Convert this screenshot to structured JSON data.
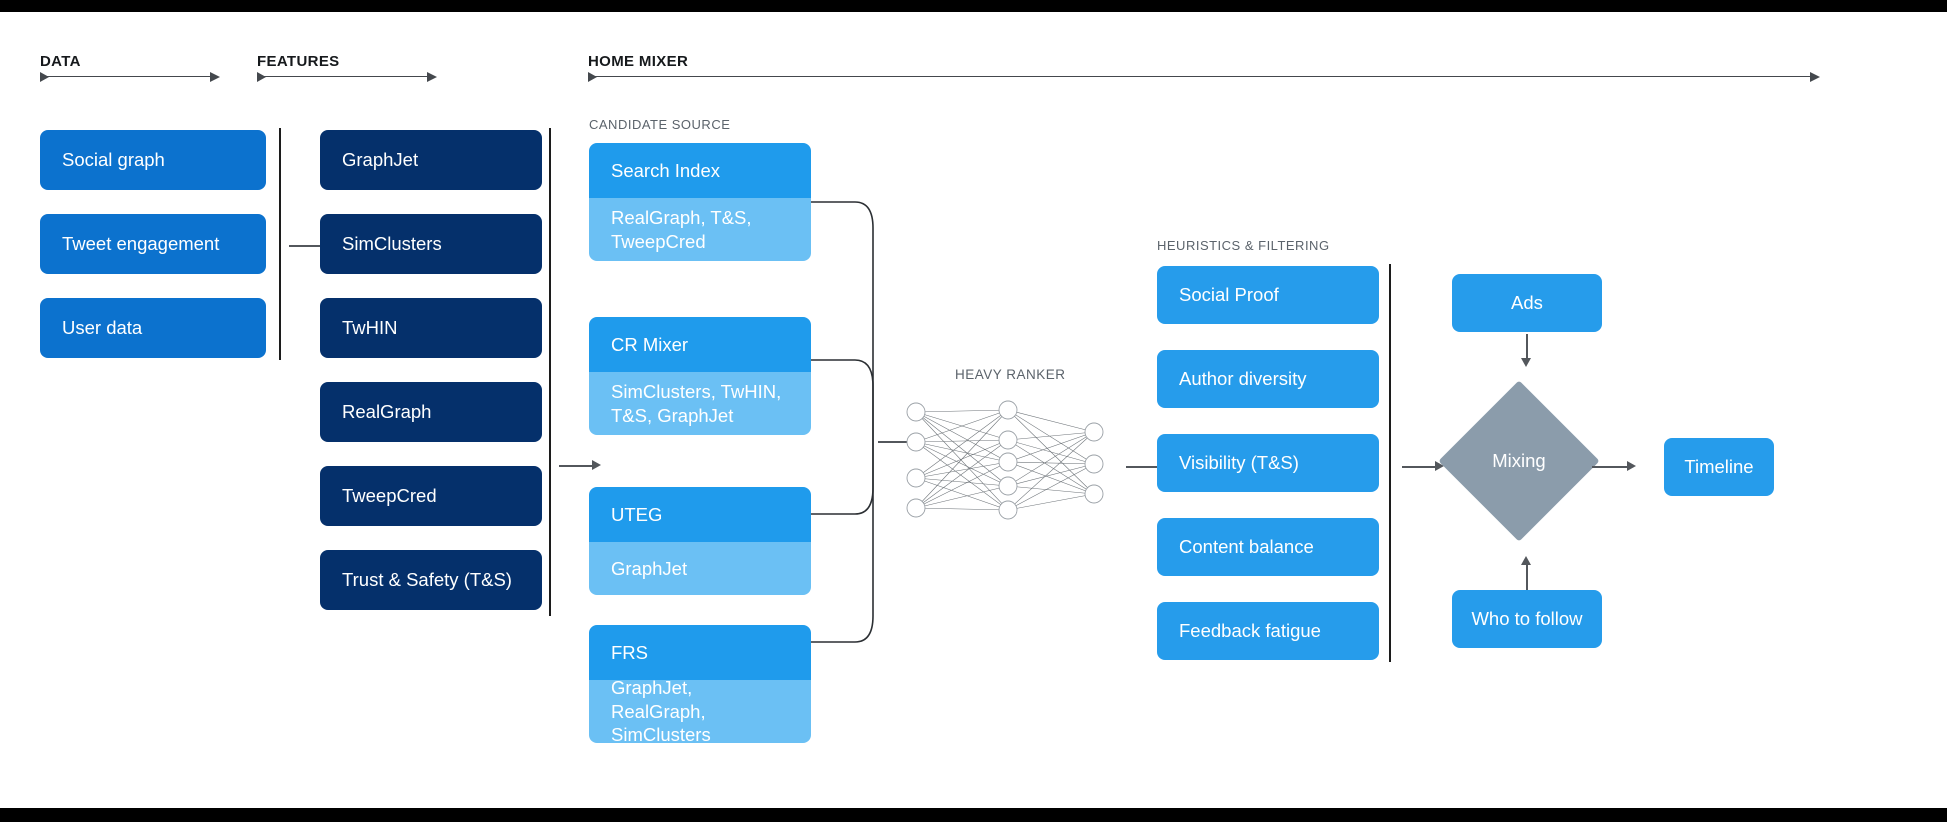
{
  "stages": [
    {
      "key": "data",
      "title": "DATA"
    },
    {
      "key": "features",
      "title": "FEATURES"
    },
    {
      "key": "home_mixer",
      "title": "HOME MIXER"
    }
  ],
  "data_column": {
    "title": "DATA",
    "items": [
      {
        "label": "Social graph"
      },
      {
        "label": "Tweet engagement"
      },
      {
        "label": "User data"
      }
    ]
  },
  "features_column": {
    "title": "FEATURES",
    "items": [
      {
        "label": "GraphJet"
      },
      {
        "label": "SimClusters"
      },
      {
        "label": "TwHIN"
      },
      {
        "label": "RealGraph"
      },
      {
        "label": "TweepCred"
      },
      {
        "label": "Trust & Safety (T&S)"
      }
    ]
  },
  "home_mixer": {
    "title": "HOME MIXER",
    "candidate_source": {
      "label": "CANDIDATE SOURCE",
      "items": [
        {
          "name": "Search Index",
          "features": "RealGraph, T&S,\nTweepCred"
        },
        {
          "name": "CR Mixer",
          "features": "SimClusters, TwHIN,\nT&S, GraphJet"
        },
        {
          "name": "UTEG",
          "features": "GraphJet"
        },
        {
          "name": "FRS",
          "features": "GraphJet, RealGraph,\nSimClusters"
        }
      ]
    },
    "heavy_ranker": {
      "label": "HEAVY RANKER",
      "layers": [
        4,
        5,
        3
      ]
    },
    "heuristics": {
      "label": "HEURISTICS & FILTERING",
      "items": [
        {
          "label": "Social Proof"
        },
        {
          "label": "Author diversity"
        },
        {
          "label": "Visibility (T&S)"
        },
        {
          "label": "Content balance"
        },
        {
          "label": "Feedback fatigue"
        }
      ]
    },
    "output": {
      "ads": "Ads",
      "mixing": "Mixing",
      "who_to_follow": "Who to follow",
      "timeline": "Timeline"
    }
  },
  "colors": {
    "data_box": "#0c72ce",
    "feature_box": "#05306b",
    "candidate_top": "#1f9bec",
    "candidate_bottom": "#6bc0f4",
    "heuristic_box": "#269ceb",
    "output_box": "#269ceb",
    "mixing_diamond": "#8b9cab",
    "rule": "#44484d",
    "background": "#ffffff"
  }
}
